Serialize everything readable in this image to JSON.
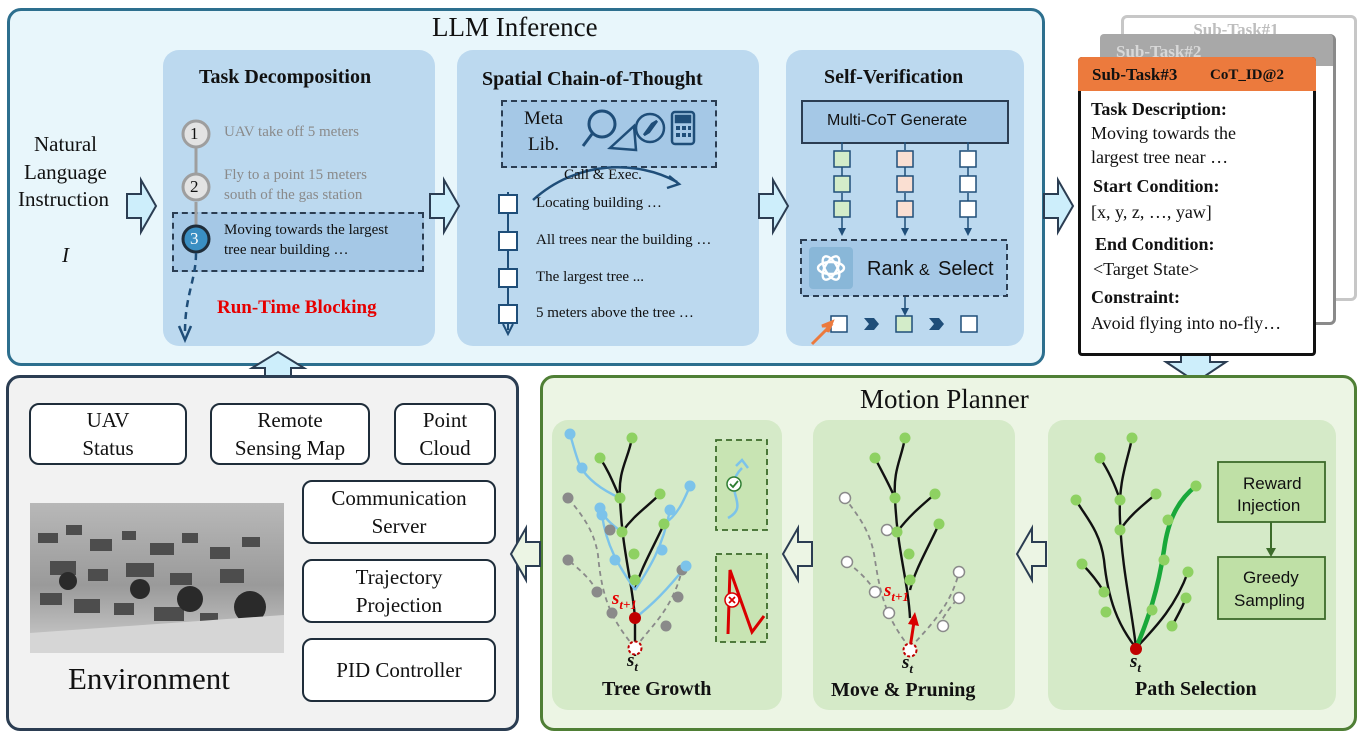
{
  "llm": {
    "title": "LLM Inference",
    "input": {
      "line1": "Natural",
      "line2": "Language",
      "line3": "Instruction",
      "symbol": "I"
    },
    "task_decomposition": {
      "title": "Task Decomposition",
      "steps": [
        {
          "num": "1",
          "text1": "UAV take off 5 meters",
          "text2": ""
        },
        {
          "num": "2",
          "text1": "Fly to a point 15 meters",
          "text2": "south of the gas station"
        },
        {
          "num": "3",
          "text1": "Moving towards the largest",
          "text2": "tree near building …"
        }
      ],
      "blocking": "Run-Time Blocking"
    },
    "spatial_cot": {
      "title": "Spatial Chain-of-Thought",
      "meta_line1": "Meta",
      "meta_line2": "Lib.",
      "call": "Call & Exec.",
      "items": [
        "Locating building …",
        "All trees near the building …",
        "The largest tree ...",
        "5 meters above the tree …"
      ]
    },
    "self_verification": {
      "title": "Self-Verification",
      "generate": "Multi-CoT Generate",
      "rank": "Rank",
      "amp": "&",
      "select": "Select"
    }
  },
  "subtask": {
    "back1": "Sub-Task#1",
    "back2": "Sub-Task#2",
    "header": "Sub-Task#3",
    "cot_id": "CoT_ID@2",
    "desc_label": "Task Description:",
    "desc1": "Moving towards the",
    "desc2": "largest tree near …",
    "start_label": "Start Condition:",
    "start_value": "[x, y, z, …, yaw]",
    "end_label": "End Condition:",
    "end_value": "<Target State>",
    "constraint_label": "Constraint:",
    "constraint_value": "Avoid flying into no-fly…"
  },
  "environment": {
    "title": "Environment",
    "uav1": "UAV",
    "uav2": "Status",
    "rsm1": "Remote",
    "rsm2": "Sensing Map",
    "pc1": "Point",
    "pc2": "Cloud",
    "comm1": "Communication",
    "comm2": "Server",
    "traj1": "Trajectory",
    "traj2": "Projection",
    "pid": "PID Controller"
  },
  "motion": {
    "title": "Motion Planner",
    "tree_growth": "Tree Growth",
    "move_pruning": "Move & Pruning",
    "path_selection": "Path Selection",
    "st": "s",
    "st_sub": "t",
    "st1_sub": "t+1",
    "reward1": "Reward",
    "reward2": "Injection",
    "greedy1": "Greedy",
    "greedy2": "Sampling"
  },
  "colors": {
    "llm_bg": "#e8f6fb",
    "llm_border": "#2d6f8e",
    "sub_bg": "#bcd9ef",
    "env_bg": "#f2f2f2",
    "motion_bg": "#ecf5e4",
    "motion_border": "#4f7f35",
    "subtask_header": "#ec7a3d",
    "red": "#e60000"
  }
}
